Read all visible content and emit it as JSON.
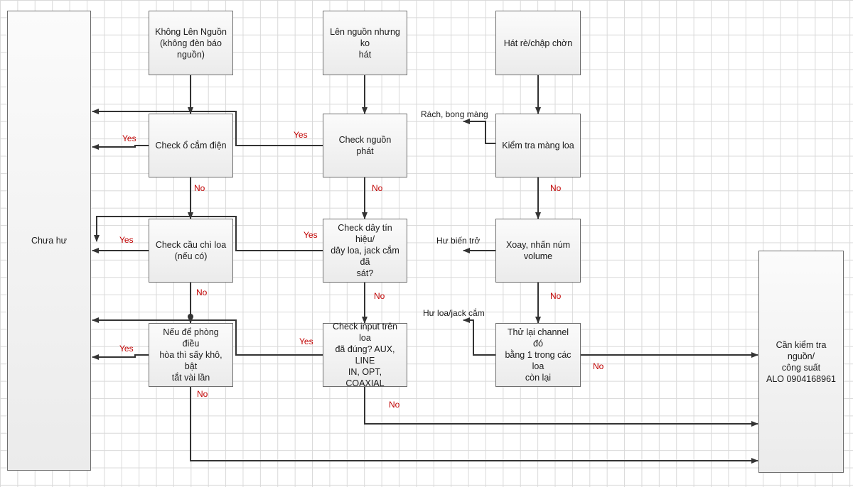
{
  "nodes": {
    "chua_hu": "Chưa hư",
    "khong_len_nguon": "Không Lên Nguồn\n(không đèn báo\nnguồn)",
    "len_nguon_ko_hat": "Lên nguồn nhưng ko\nhát",
    "hat_re": "Hát rè/chập chờn",
    "check_o_cam": "Check ổ cắm điện",
    "check_nguon_phat": "Check nguồn phát",
    "kiem_tra_mang_loa": "Kiểm tra màng loa",
    "check_cau_chi": "Check cầu chì loa\n(nếu có)",
    "check_day": "Check dây tín hiệu/\ndây loa, jack cắm đã\nsát?",
    "xoay_nhan": "Xoay, nhấn núm\nvolume",
    "neu_de_phong": "Nếu để phòng điều\nhòa thì sấy khô, bật\ntắt vài lần",
    "check_input": "Check input trên loa\nđã đúng? AUX, LINE\nIN, OPT, COAXIAL",
    "thu_lai": "Thử lại channel đó\nbằng 1 trong các loa\ncòn lại",
    "can_kiem_tra": "Cần kiểm tra nguồn/\ncông suất\nALO 0904168961"
  },
  "labels": {
    "yes": "Yes",
    "no": "No",
    "rach_bong_mang": "Rách, bong màng",
    "hu_bien_tro": "Hư biến trở",
    "hu_loa_jack": "Hư loa/jack cắm"
  }
}
